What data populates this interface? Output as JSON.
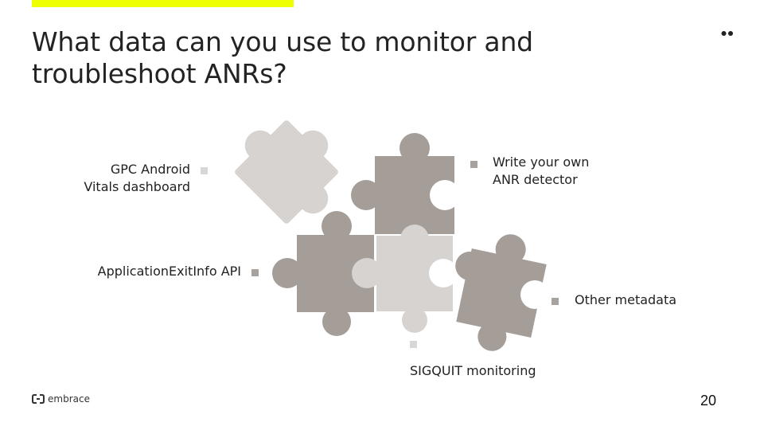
{
  "slide": {
    "title_line1": "What data can you use to monitor and",
    "title_line2": "troubleshoot ANRs?",
    "accent_color": "#eeff00",
    "page_number": "20"
  },
  "labels": {
    "gpc_line1": "GPC Android",
    "gpc_line2": "Vitals dashboard",
    "write_line1": "Write your own",
    "write_line2": "ANR detector",
    "aei": "ApplicationExitInfo API",
    "other": "Other metadata",
    "sigquit": "SIGQUIT monitoring"
  },
  "colors": {
    "light_piece": "#d6d3d1",
    "dark_piece": "#a49d98",
    "light_bullet": "#d9d7d5",
    "dark_bullet": "#a8a29e"
  },
  "icons": {
    "menu": "two-dots-icon",
    "logo": "embrace-logo-icon",
    "puzzle": "puzzle-piece-icon"
  },
  "footer": {
    "logo_text": "embrace"
  }
}
